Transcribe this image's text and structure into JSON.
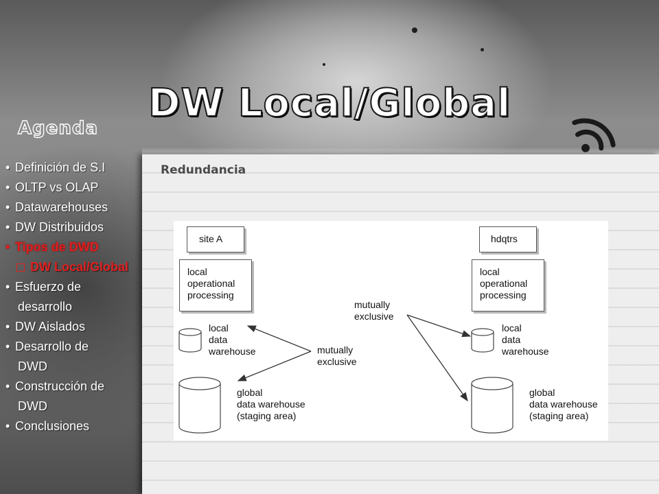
{
  "slide": {
    "title": "DW Local/Global",
    "subtitle": "Redundancia"
  },
  "icons": {
    "rss": "rss-feed-icon"
  },
  "agenda": {
    "heading": "Agenda",
    "items": [
      {
        "label": "Definición de S.I",
        "cont": ""
      },
      {
        "label": "OLTP vs OLAP",
        "cont": ""
      },
      {
        "label": "Datawarehouses",
        "cont": ""
      },
      {
        "label": "DW Distribuidos",
        "cont": ""
      },
      {
        "label": "Tipos de DWD",
        "cont": ""
      },
      {
        "label": "DW Local/Global",
        "cont": ""
      },
      {
        "label": "Esfuerzo de",
        "cont": "desarrollo"
      },
      {
        "label": "DW Aislados",
        "cont": ""
      },
      {
        "label": "Desarrollo de",
        "cont": "DWD"
      },
      {
        "label": "Construcción de",
        "cont": "DWD"
      },
      {
        "label": "Conclusiones",
        "cont": ""
      }
    ],
    "active_color": "#e02020"
  },
  "diagram": {
    "site_a": "site A",
    "hdqtrs": "hdqtrs",
    "left_processing": "local\noperational\nprocessing",
    "right_processing": "local\noperational\nprocessing",
    "left_local_dw": "local\ndata\nwarehouse",
    "right_local_dw": "local\ndata\nwarehouse",
    "left_global_dw": "global\ndata warehouse\n(staging area)",
    "right_global_dw": "global\ndata warehouse\n(staging area)",
    "mutually_left": "mutually\nexclusive",
    "mutually_right": "mutually\nexclusive"
  }
}
